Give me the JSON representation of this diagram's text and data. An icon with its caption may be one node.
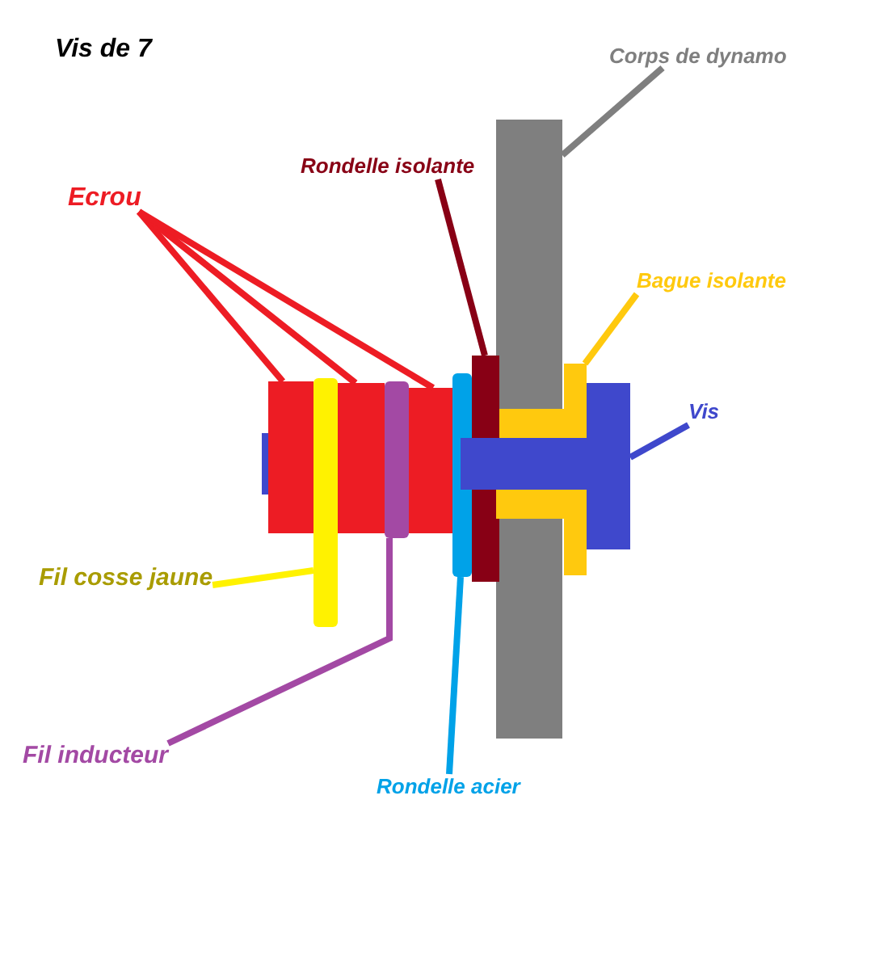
{
  "diagram": {
    "title": "Vis de 7",
    "nodes": [
      {
        "text": [
          "Corps de dynamo"
        ]
      },
      {
        "text": [],
        "shape": "box"
      },
      {
        "text": [
          "Rondelle isolante"
        ]
      },
      {
        "text": [],
        "shape": "box"
      },
      {
        "text": [
          "Ecrou"
        ]
      },
      {
        "text": [],
        "shape": "box"
      },
      {
        "text": [],
        "shape": "box"
      },
      {
        "text": [],
        "shape": "box"
      },
      {
        "text": [
          "Bague isolante"
        ]
      },
      {
        "text": [],
        "shape": "box"
      },
      {
        "text": [
          "Vis"
        ]
      },
      {
        "text": [],
        "shape": "box"
      },
      {
        "text": [
          "Fil cosse jaune"
        ]
      },
      {
        "text": [],
        "shape": "bar"
      },
      {
        "text": [
          "Fil inducteur"
        ]
      },
      {
        "text": [],
        "shape": "bar"
      },
      {
        "text": [
          "Rondelle acier"
        ]
      },
      {
        "text": [],
        "shape": "bar"
      }
    ],
    "edges": [
      {
        "from": 0,
        "to": 1,
        "arrow": "none",
        "color": "#7f7f7f"
      },
      {
        "from": 2,
        "to": 3,
        "arrow": "none",
        "color": "#880015"
      },
      {
        "from": 4,
        "to": 5,
        "arrow": "none",
        "color": "#ed1c24"
      },
      {
        "from": 4,
        "to": 6,
        "arrow": "none",
        "color": "#ed1c24"
      },
      {
        "from": 4,
        "to": 7,
        "arrow": "none",
        "color": "#ed1c24"
      },
      {
        "from": 8,
        "to": 9,
        "arrow": "none",
        "color": "#ffc90e"
      },
      {
        "from": 10,
        "to": 11,
        "arrow": "none",
        "color": "#3f48cc"
      },
      {
        "from": 12,
        "to": 13,
        "arrow": "none",
        "color": "#fff200"
      },
      {
        "from": 14,
        "to": 15,
        "arrow": "none",
        "color": "#a349a4"
      },
      {
        "from": 16,
        "to": 17,
        "arrow": "none",
        "color": "#00a2e8"
      }
    ]
  }
}
